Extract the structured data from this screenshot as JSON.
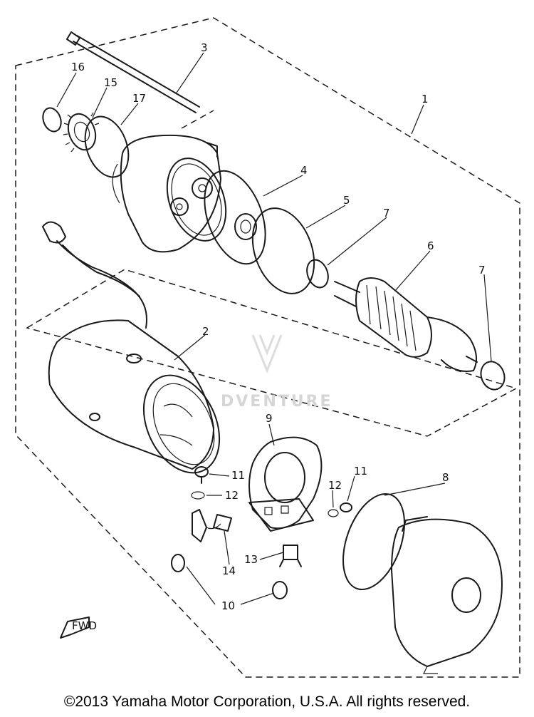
{
  "parts": [
    "1",
    "2",
    "3",
    "4",
    "5",
    "6",
    "7",
    "7",
    "8",
    "9",
    "10",
    "11",
    "11",
    "12",
    "12",
    "13",
    "14",
    "15",
    "16",
    "17"
  ],
  "fwd_label": "FWD",
  "watermark_text": "DVENTURE",
  "copyright": "©2013 Yamaha Motor Corporation, U.S.A. All rights reserved."
}
